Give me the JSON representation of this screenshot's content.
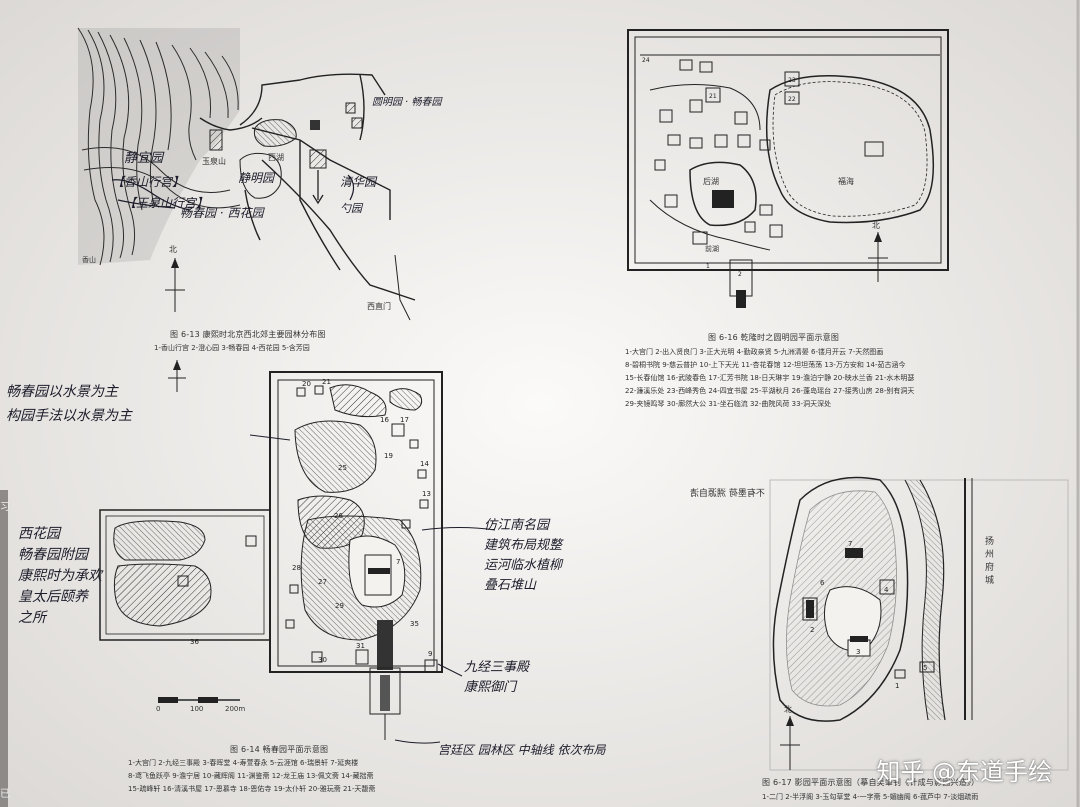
{
  "page": {
    "watermark": "知乎 @东道手绘",
    "left_edge_marks": [
      "习",
      "已"
    ]
  },
  "fig_6_13": {
    "caption": "图 6-13 康熙时北京西北郊主要园林分布图",
    "legend": "1-香山行宫 2-澄心园 3-畅春园 4-西花园 5-含芳园",
    "labels": {
      "north": "北",
      "xizhimen": "西直门",
      "yuquanshan": "玉泉山",
      "xihu": "西湖",
      "xiangshan": "香山"
    },
    "handwritten": [
      "静宜园",
      "【香山行宫】",
      "【玉泉山行宫】",
      "静明园",
      "畅春园 · 西花园",
      "勺园",
      "清华园",
      "圆明园 · 畅春园"
    ]
  },
  "fig_6_14": {
    "caption": "图 6-14 畅春园平面示意图",
    "scale": [
      "0",
      "100",
      "200m"
    ],
    "legend": [
      "1-大宫门 2-九经三事殿 3-春晖堂 4-寿萱春永 5-云涯馆 6-瑞景轩 7-延爽楼",
      "8-鸢飞鱼跃亭 9-澹宁居 10-藏辉阁 11-渊鉴斋 12-龙王庙 13-佩文斋 14-藏拙斋",
      "15-疏峰轩 16-清溪书屋 17-恩慕寺 18-恩佑寺 19-太仆轩 20-雅玩斋 21-天馥斋"
    ],
    "handwritten_left_top": "畅春园以水景为主\n构园手法以水景为主",
    "handwritten_left": "西花园\n畅春园附园\n康熙时为承欢\n皇太后颐养\n之所",
    "handwritten_right": "仿江南名园\n建筑布局规整\n运河临水植柳\n叠石堆山",
    "handwritten_bottom_right": "九经三事殿\n康熙御门",
    "handwritten_bottom": "宫廷区 园林区 中轴线 依次布局"
  },
  "fig_6_16": {
    "caption": "图 6-16 乾隆时之圆明园平面示意图",
    "legend": [
      "1-大宫门 2-出入贤良门 3-正大光明 4-勤政亲贤 5-九洲清晏 6-镂月开云 7-天然图画",
      "8-碧桐书院 9-慈云普护 10-上下天光 11-杏花春馆 12-坦坦荡荡 13-万方安和 14-茹古涵今",
      "15-长春仙馆 16-武陵春色 17-汇芳书院 18-日天琳宇 19-澹泊宁静 20-映水兰香 21-水木明瑟",
      "22-濂溪乐处 23-西峰秀色 24-四宜书屋 25-平湖秋月 26-蓬岛瑶台 27-接秀山房 28-别有洞天",
      "29-夹镜鸣琴 30-廓然大公 31-坐石临流 32-曲院风荷 33-洞天深处"
    ],
    "labels": {
      "north": "北",
      "fuhai": "福海",
      "houhu": "后湖",
      "qianhu": "前湖"
    }
  },
  "fig_6_17": {
    "caption": "图 6-17 影园平面示意图（摹自吴肇钊《计成与影园兴造》）",
    "legend": "1-二门 2-半浮阁 3-玉勾草堂 4-一字斋 5-媚幽阁 6-菰芦中 7-淡烟疏雨",
    "labels": {
      "yangzhou_city": "扬州府城",
      "north": "北",
      "top_mirrored": "不有墨荷 溯源自清",
      "numbers": [
        "1",
        "2",
        "3",
        "4",
        "5",
        "6",
        "7"
      ]
    }
  }
}
